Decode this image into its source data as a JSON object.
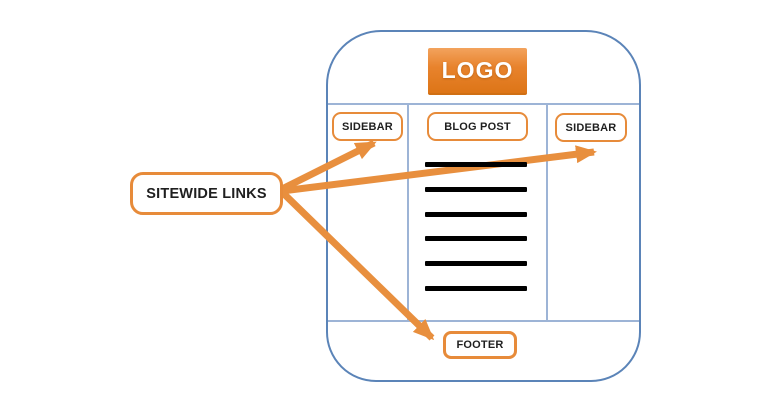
{
  "diagram": {
    "logo": {
      "label": "LOGO"
    },
    "columns": {
      "left_sidebar": {
        "label": "SIDEBAR"
      },
      "blog_post": {
        "label": "BLOG POST",
        "placeholder_line_count": 6
      },
      "right_sidebar": {
        "label": "SIDEBAR"
      }
    },
    "footer": {
      "label": "FOOTER"
    },
    "callout": {
      "label": "SITEWIDE LINKS"
    },
    "connections": [
      {
        "from": "sitewide-links",
        "to": "left-sidebar"
      },
      {
        "from": "sitewide-links",
        "to": "right-sidebar"
      },
      {
        "from": "sitewide-links",
        "to": "footer"
      }
    ]
  },
  "colors": {
    "frame_border": "#5b84b8",
    "grid_line": "#9db4d6",
    "orange_border": "#e78b3a",
    "accent_orange": "#e88f3e",
    "logo_gradient_top": "#f3a35d",
    "logo_gradient_mid": "#e8832d",
    "logo_gradient_bottom": "#dd7517",
    "logo_edge": "#d06f14",
    "text": "#1f1f1f",
    "placeholder_line": "#000000"
  }
}
